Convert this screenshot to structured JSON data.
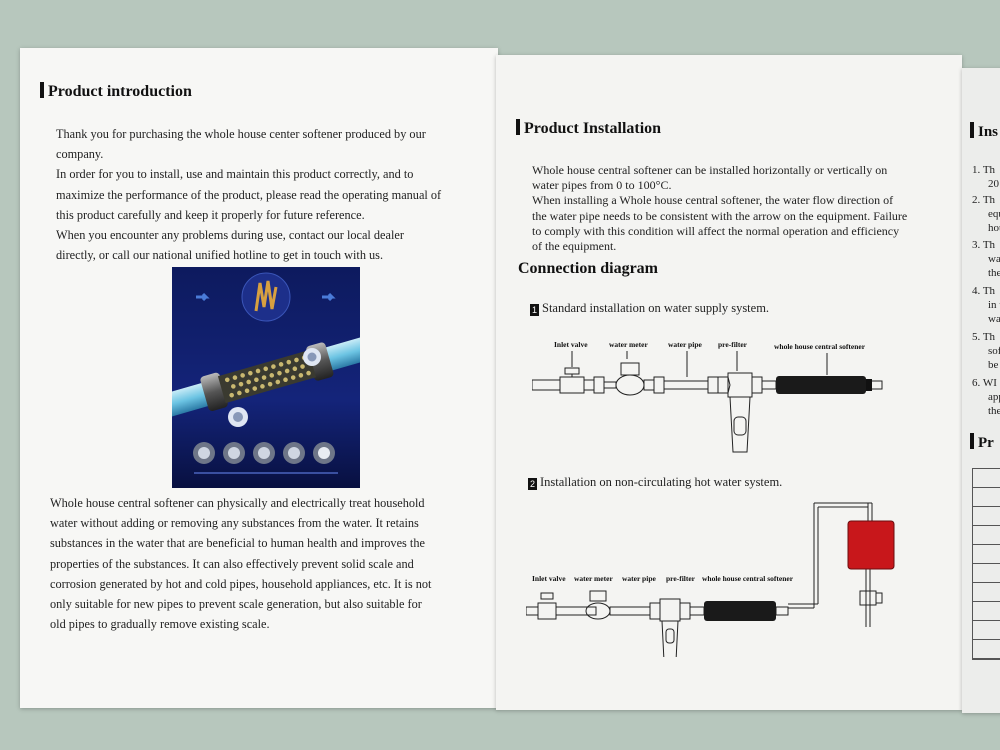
{
  "left": {
    "heading": "Product introduction",
    "intro_lines": [
      "Thank you for purchasing the whole house center softener produced by our",
      "company.",
      "In order for you to install, use and maintain this product correctly, and to",
      "maximize the performance of the product, please read the operating manual of",
      "this product carefully and keep it properly for future reference.",
      "When you encounter any problems during use, contact our local dealer",
      "directly, or call our national unified hotline to get in touch with us."
    ],
    "body_lines": [
      "Whole house central softener can physically and electrically treat household",
      "water without adding or removing any substances from the water. It retains",
      "substances in the water that are beneficial to human health and improves the",
      "properties of the substances. It can also effectively prevent solid scale and",
      "corrosion generated by hot and cold pipes, household appliances, etc. It is not",
      "only suitable for new pipes to prevent scale generation, but also suitable for",
      "old pipes to gradually remove existing scale."
    ]
  },
  "mid": {
    "install_heading": "Product Installation",
    "install_lines": [
      "Whole house central softener can be installed horizontally or vertically on",
      "water pipes from 0 to 100°C.",
      "When installing a Whole house central softener, the water flow direction of",
      "the water pipe needs to be consistent with the arrow on the equipment. Failure",
      "to comply with this condition will affect the normal operation and efficiency",
      "of the equipment."
    ],
    "diagram_heading": "Connection diagram",
    "item1": {
      "num": "1",
      "text": "Standard installation on water supply system."
    },
    "item2": {
      "num": "2",
      "text": "Installation on non-circulating hot water system."
    },
    "d1_labels": {
      "inlet": "Inlet valve",
      "meter": "water meter",
      "pipe": "water pipe",
      "prefilter": "pre-filter",
      "softener": "whole house central softener"
    },
    "d2_labels": {
      "inlet": "Inlet valve",
      "meter": "water meter",
      "pipe": "water pipe",
      "prefilter": "pre-filter",
      "softener": "whole house central softener"
    }
  },
  "right": {
    "heading": "Ins",
    "items": [
      {
        "num": "1.",
        "l1": "Th",
        "l2": "20"
      },
      {
        "num": "2.",
        "l1": "Th",
        "l2": "equ",
        "l3": "hou"
      },
      {
        "num": "3.",
        "l1": "Th",
        "l2": "wa",
        "l3": "the"
      },
      {
        "num": "4.",
        "l1": "Th",
        "l2": "in t",
        "l3": "wa"
      },
      {
        "num": "5.",
        "l1": "Th",
        "l2": "sof",
        "l3": "be"
      },
      {
        "num": "6.",
        "l1": "WI",
        "l2": "app",
        "l3": "the"
      }
    ],
    "heading2": "Pr"
  },
  "colors": {
    "paper": "#f6f6f4",
    "background": "#b7c7bd",
    "heater": "#c8171b",
    "text": "#222222"
  }
}
